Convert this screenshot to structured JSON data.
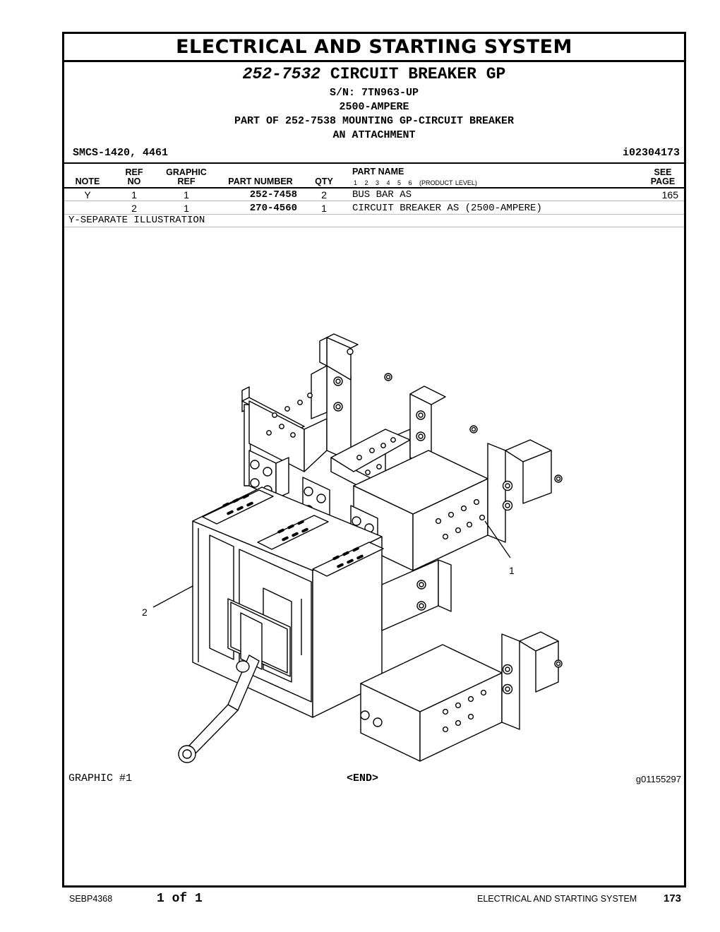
{
  "header": {
    "system_title": "ELECTRICAL AND STARTING SYSTEM",
    "group_number": "252-7532",
    "group_name": "CIRCUIT BREAKER GP",
    "serial": "S/N: 7TN963-UP",
    "rating": "2500-AMPERE",
    "part_of": "PART OF 252-7538 MOUNTING GP-CIRCUIT BREAKER",
    "attachment": "AN ATTACHMENT",
    "smcs": "SMCS-1420, 4461",
    "ident": "i02304173"
  },
  "table": {
    "headers": {
      "note": "NOTE",
      "ref_top": "REF",
      "ref_bottom": "NO",
      "graphic_top": "GRAPHIC",
      "graphic_bottom": "REF",
      "part_number": "PART NUMBER",
      "qty": "QTY",
      "part_name": "PART NAME",
      "levels": "1   2   3   4   5   6   (PRODUCT LEVEL)",
      "see_top": "SEE",
      "see_bottom": "PAGE"
    },
    "rows": [
      {
        "note": "Y",
        "ref": "1",
        "graphic": "1",
        "part_number": "252-7458",
        "qty": "2",
        "name": "BUS BAR AS",
        "page": "165"
      },
      {
        "note": "",
        "ref": "2",
        "graphic": "1",
        "part_number": "270-4560",
        "qty": "1",
        "name": "CIRCUIT BREAKER AS (2500-AMPERE)",
        "page": ""
      }
    ],
    "footnote": "Y-SEPARATE ILLUSTRATION"
  },
  "illustration": {
    "callout_1": "1",
    "callout_2": "2",
    "graphic_label": "GRAPHIC #1",
    "end_label": "<END>",
    "graphic_id": "g01155297"
  },
  "footer": {
    "doc_id": "SEBP4368",
    "page_of": "1 of 1",
    "section": "ELECTRICAL AND STARTING SYSTEM",
    "page_number": "173"
  }
}
